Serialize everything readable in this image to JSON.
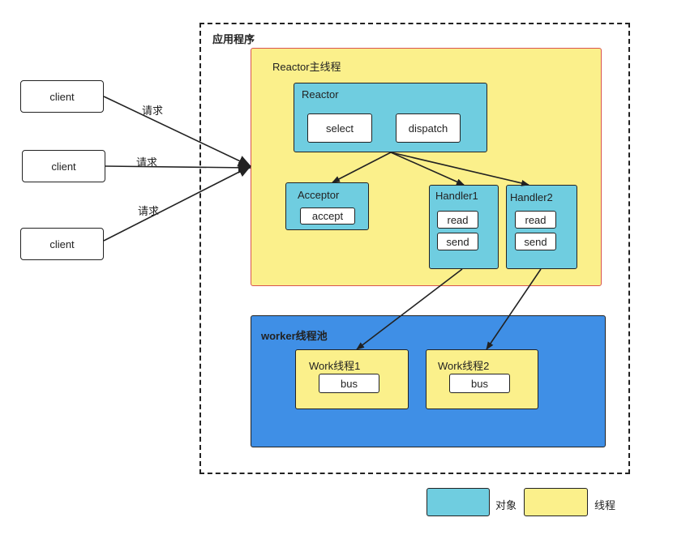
{
  "app": {
    "title": "应用程序",
    "reactor_thread": {
      "title": "Reactor主线程",
      "reactor": {
        "title": "Reactor",
        "items": [
          "select",
          "dispatch"
        ]
      },
      "acceptor": {
        "title": "Acceptor",
        "item": "accept"
      },
      "handlers": [
        {
          "title": "Handler1",
          "items": [
            "read",
            "send"
          ]
        },
        {
          "title": "Handler2",
          "items": [
            "read",
            "send"
          ]
        }
      ]
    },
    "worker_pool": {
      "title": "worker线程池",
      "workers": [
        {
          "title": "Work线程1",
          "item": "bus"
        },
        {
          "title": "Work线程2",
          "item": "bus"
        }
      ]
    }
  },
  "clients": [
    {
      "label": "client",
      "request": "请求"
    },
    {
      "label": "client",
      "request": "请求"
    },
    {
      "label": "client",
      "request": "请求"
    }
  ],
  "legend": [
    {
      "label": "对象",
      "color": "#6fcde0"
    },
    {
      "label": "线程",
      "color": "#fbf08b"
    }
  ],
  "colors": {
    "thread_fill": "#fbf08b",
    "thread_border": "#d9534f",
    "object_fill": "#6fcde0",
    "pool_fill": "#3f8fe6"
  }
}
